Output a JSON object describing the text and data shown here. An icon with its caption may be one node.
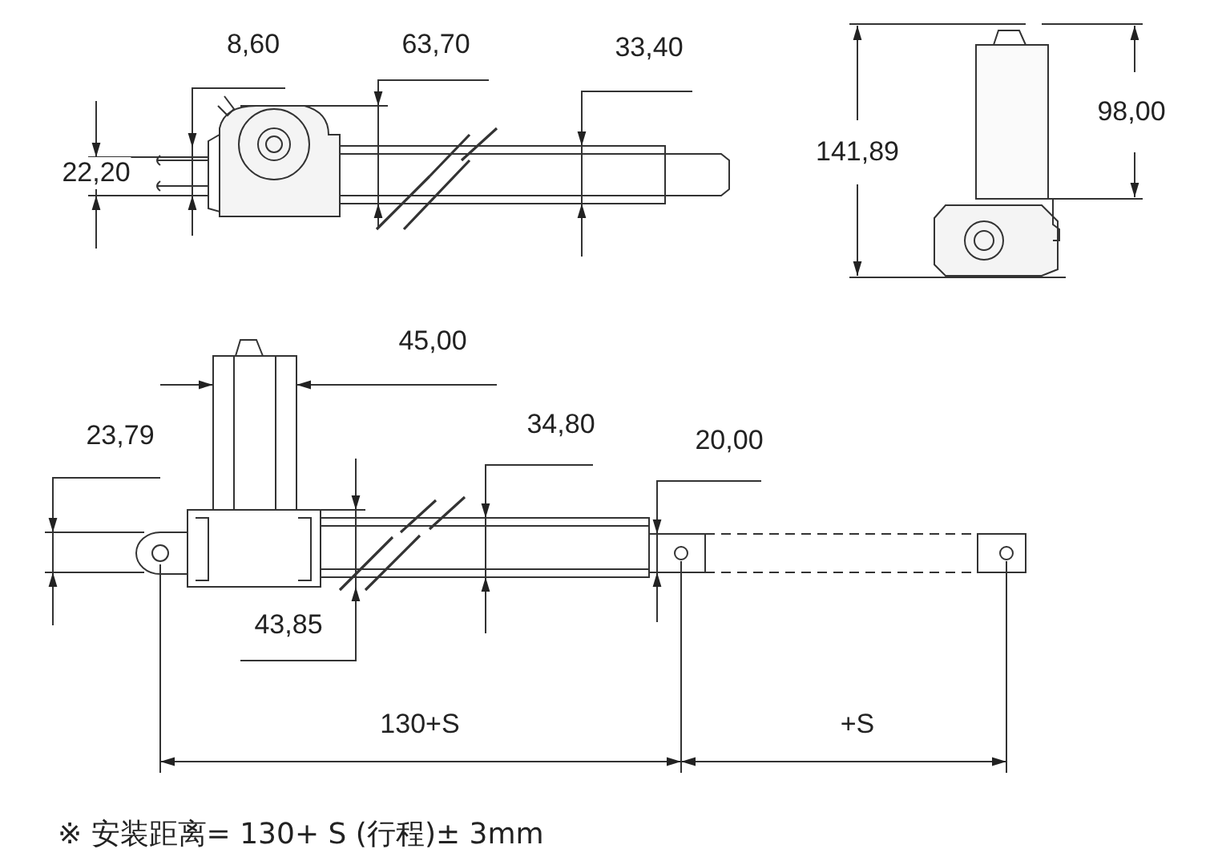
{
  "diagram": {
    "labels": [
      "8,60",
      "63,70",
      "33,40",
      "22,20",
      "141,89",
      "98,00",
      "45,00",
      "23,79",
      "34,80",
      "20,00",
      "43,85",
      "130+S",
      "+S",
      "※ 安装距离= 130+ S (行程)± 3mm"
    ]
  }
}
